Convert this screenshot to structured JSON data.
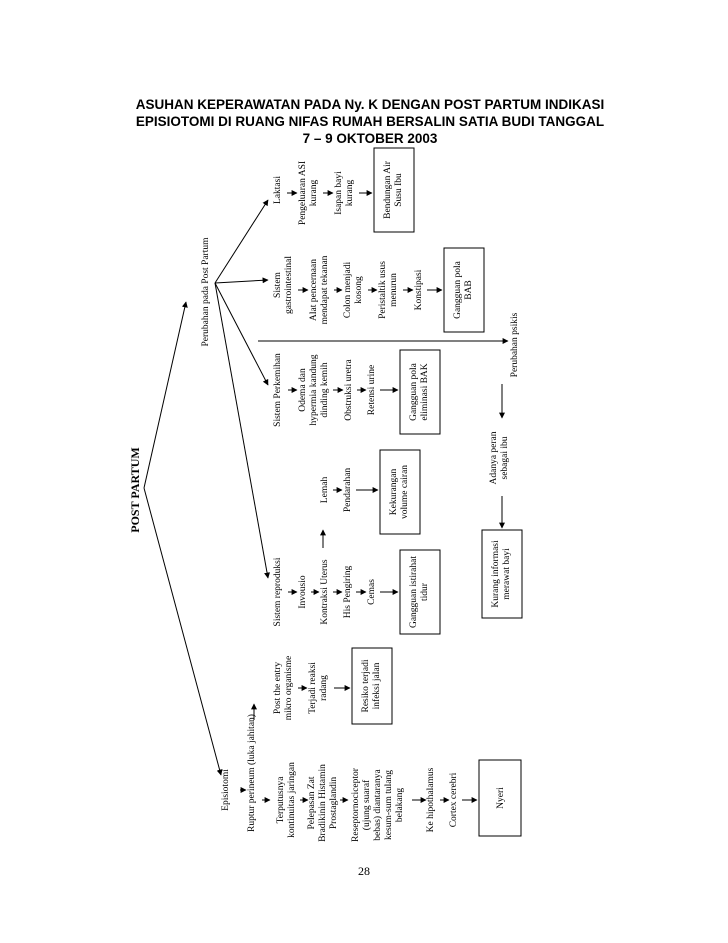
{
  "title": {
    "line1": "ASUHAN KEPERAWATAN PADA Ny. K DENGAN POST PARTUM INDIKASI",
    "line2": "EPISIOTOMI DI RUANG NIFAS RUMAH BERSALIN SATIA BUDI TANGGAL",
    "line3": "7 – 9 OKTOBER 2003"
  },
  "diagram": {
    "root": "POST PARTUM",
    "perubahan_post_partum": "Perubahan pada Post Partum",
    "episiotomi": {
      "label": "Episiotomi",
      "ruptur": "Ruptur perineum (luka jahitan)",
      "terputus": [
        "Terputusnya",
        "kontinuitas jaringan"
      ],
      "pelepasan": [
        "Pelepasan Zat",
        "Bradikinin Histamin",
        "Prostaglandin"
      ],
      "reseptor": [
        "Reseptornociceptor",
        "(ujung suaraf",
        "bebas) diantaranya",
        "kesum-sum tulang",
        "belakang"
      ],
      "hipothalamus": "Ke hipothalamus",
      "cortex": "Cortex cerebri",
      "nyeri": "Nyeri",
      "post_entry": [
        "Post the entry",
        "mikro organisme"
      ],
      "reaksi": [
        "Terjadi reaksi",
        "radang"
      ],
      "resiko": [
        "Resiko terjadi",
        "infeksi jalan"
      ]
    },
    "reproduksi": {
      "label": "Sistem reproduksi",
      "involusio": "Invousio",
      "kontraksi": "Kontraksi Uterus",
      "his": "His Pengiring",
      "cemas": "Cemas",
      "istirahat": [
        "Gangguan istirahat",
        "tidur"
      ],
      "lemah": "Lemah",
      "pendarahan": "Pendarahan",
      "cairan": [
        "Kekurangan",
        "volume cairan"
      ]
    },
    "perkemihan": {
      "label": "Sistem Perkemihan",
      "odema": [
        "Odema dan",
        "hypermia kandung",
        "dinding kemih"
      ],
      "obstruksi": "Obstruksi uretra",
      "retensi": "Retensi urine",
      "bak": [
        "Gangguan pola",
        "eliminasi BAK"
      ]
    },
    "gastro": {
      "label": [
        "Sistem",
        "gastrointestinal"
      ],
      "alat": [
        "Alat pencernaan",
        "mendapat tekanan"
      ],
      "colon": [
        "Colon menjadi",
        "kosong"
      ],
      "peristaltik": [
        "Peristaltik usus",
        "menurun"
      ],
      "konstipasi": "Konstipasi",
      "bab": [
        "Gangguan pola",
        "BAB"
      ]
    },
    "laktasi": {
      "label": "Laktasi",
      "asi": [
        "Pengeluaran ASI",
        "kurang"
      ],
      "isapan": [
        "Isapan bayi",
        "kurang"
      ],
      "bendungan": [
        "Bendungan Air",
        "Susu Ibu"
      ]
    },
    "psikis": {
      "label": "Perubahan psikis",
      "peran": [
        "Adanya peran",
        "sebagai ibu"
      ],
      "informasi": [
        "Kurang informasi",
        "merawat bayi"
      ]
    }
  },
  "page_number": "28"
}
